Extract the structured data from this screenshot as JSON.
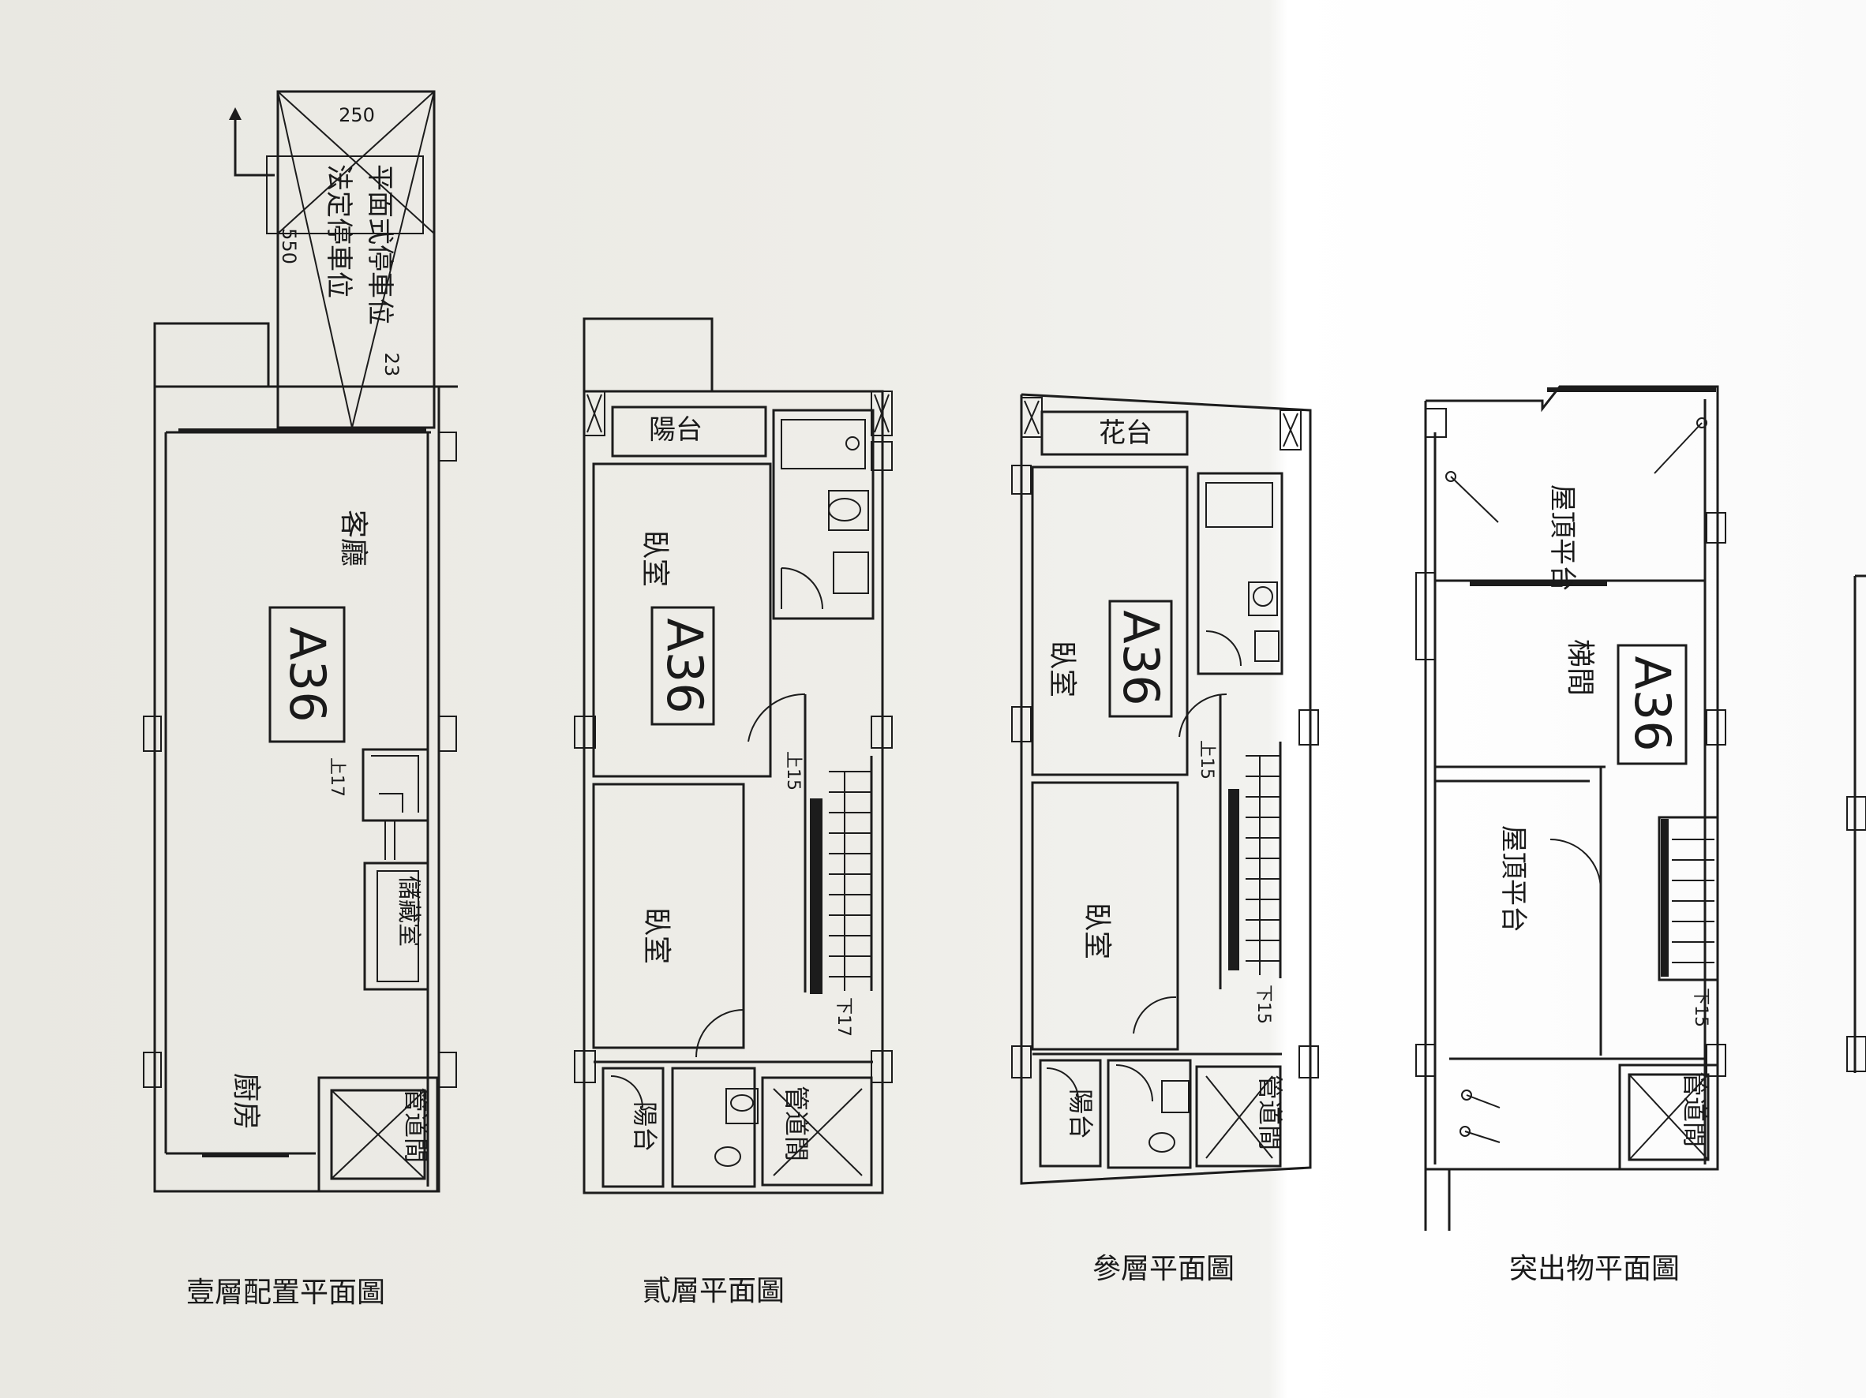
{
  "plans": [
    {
      "caption": "壹層配置平面圖",
      "unit_tag": "A36",
      "rooms": {
        "living": "客廳",
        "kitchen": "廚房",
        "storage": "儲藏室",
        "shaft": "管道間"
      },
      "parking": {
        "line1": "平面式停車位",
        "line2": "法定停車位",
        "width": "250",
        "length": "550",
        "depth": "23"
      },
      "stair": "上17"
    },
    {
      "caption": "貳層平面圖",
      "unit_tag": "A36",
      "rooms": {
        "balcony_front": "陽台",
        "bedroom_a": "臥室",
        "bedroom_b": "臥室",
        "balcony_rear": "陽台",
        "shaft": "管道間"
      },
      "stair_up": "上15",
      "stair_down": "下17"
    },
    {
      "caption": "參層平面圖",
      "unit_tag": "A36",
      "rooms": {
        "planter": "花台",
        "bedroom_a": "臥室",
        "bedroom_b": "臥室",
        "balcony_rear": "陽台",
        "shaft": "管道間"
      },
      "stair_up": "上15",
      "stair_down": "下15"
    },
    {
      "caption": "突出物平面圖",
      "unit_tag": "A36",
      "rooms": {
        "roof_terrace_a": "屋頂平台",
        "stairwell": "梯間",
        "roof_terrace_b": "屋頂平台",
        "shaft": "管道間"
      },
      "stair_down": "下15"
    }
  ]
}
